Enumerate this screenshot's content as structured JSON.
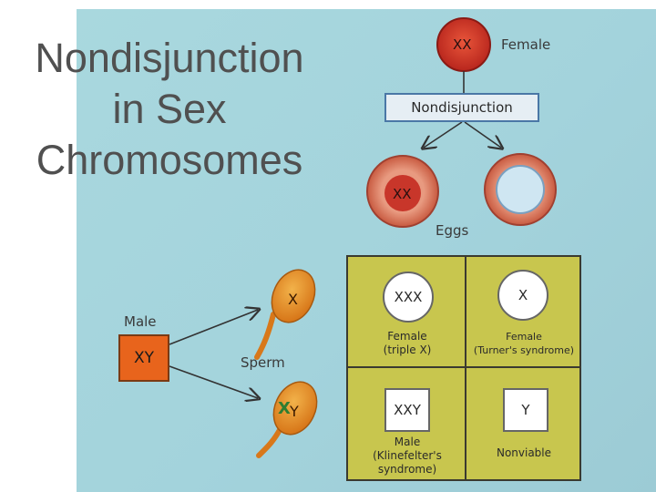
{
  "title": {
    "line1": "Nondisjunction",
    "line2": "in Sex",
    "line3": "Chromosomes"
  },
  "diagram": {
    "female_zygote": "XX",
    "female_label": "Female",
    "nondisjunction_label": "Nondisjunction",
    "egg_left": "XX",
    "eggs_label": "Eggs",
    "male_label": "Male",
    "male_genotype": "XY",
    "sperm_top": "X",
    "sperm_bottom": "Y",
    "sperm_label": "Sperm",
    "sperm_bottom_mark": "X"
  },
  "grid": {
    "cells": [
      {
        "genotype": "XXX",
        "sex": "Female",
        "condition": "(triple X)"
      },
      {
        "genotype": "X",
        "sex": "Female",
        "condition": "(Turner's syndrome)"
      },
      {
        "genotype": "XXY",
        "sex": "Male",
        "condition": "(Klinefelter's",
        "condition2": "syndrome)"
      },
      {
        "genotype": "Y",
        "sex": "Nonviable",
        "condition": ""
      }
    ]
  },
  "colors": {
    "background": "#a6d5dc",
    "egg_red": "#d14a35",
    "sperm_orange": "#e8961c",
    "grid_yellow": "#c8c64e",
    "male_box": "#e8641c",
    "mark_green": "#2e7d32"
  }
}
